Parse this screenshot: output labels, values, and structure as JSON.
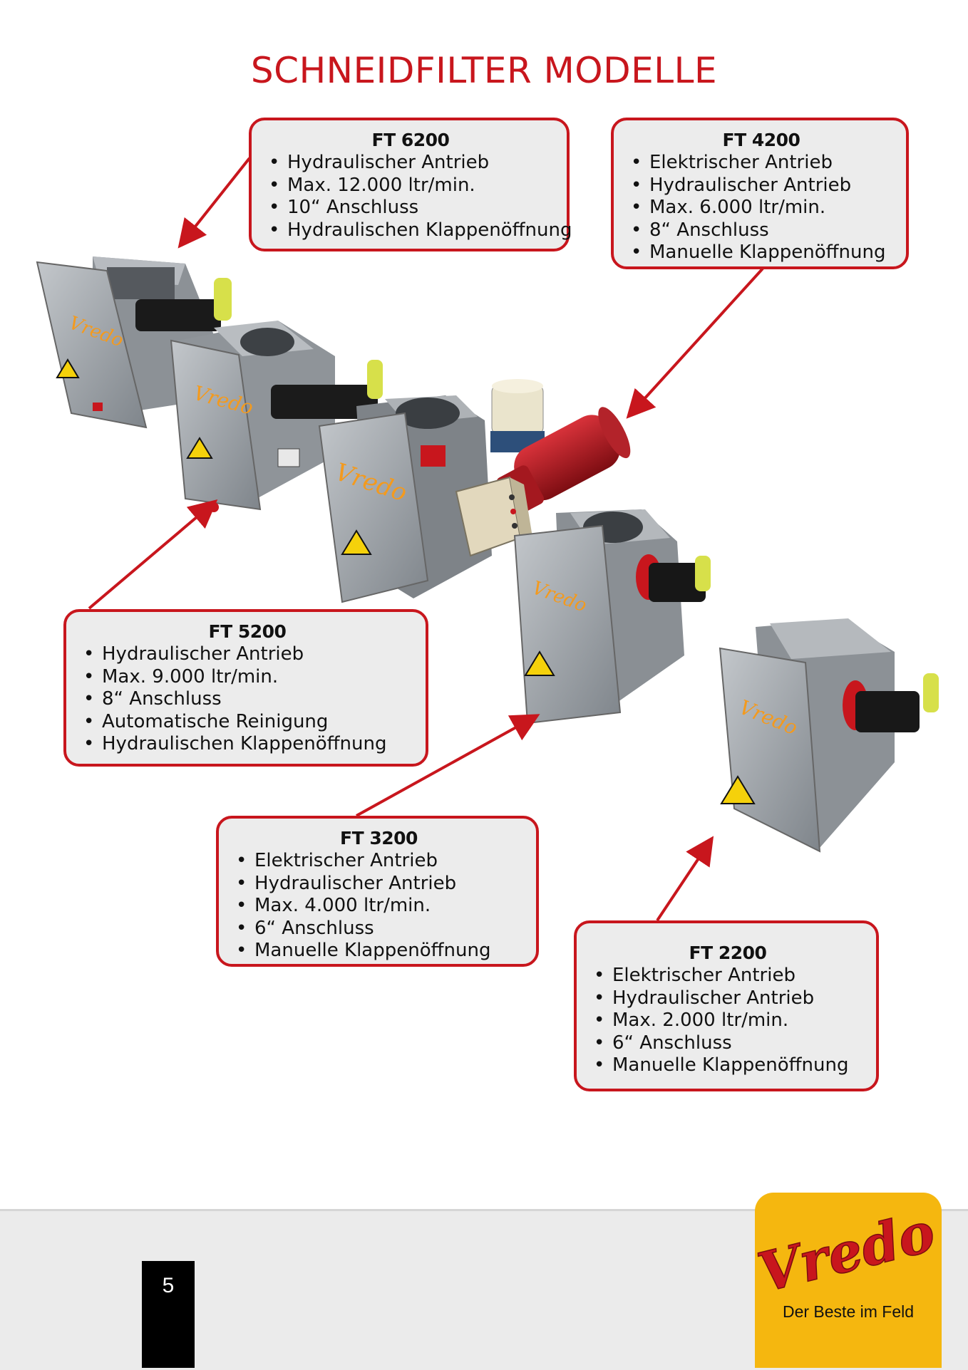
{
  "title": "SCHNEIDFILTER MODELLE",
  "models": [
    {
      "name": "FT 6200",
      "features": [
        "Hydraulischer Antrieb",
        "Max. 12.000 ltr/min.",
        "10“ Anschluss",
        "Hydraulischen Klappenöffnung"
      ]
    },
    {
      "name": "FT 4200",
      "features": [
        "Elektrischer  Antrieb",
        "Hydraulischer Antrieb",
        "Max. 6.000 ltr/min.",
        "8“ Anschluss",
        "Manuelle Klappenöffnung"
      ]
    },
    {
      "name": "FT 5200",
      "features": [
        "Hydraulischer Antrieb",
        "Max. 9.000 ltr/min.",
        "8“ Anschluss",
        "Automatische Reinigung",
        "Hydraulischen Klappenöffnung"
      ]
    },
    {
      "name": "FT 3200",
      "features": [
        "Elektrischer  Antrieb",
        "Hydraulischer Antrieb",
        "Max. 4.000 ltr/min.",
        "6“ Anschluss",
        "Manuelle Klappenöffnung"
      ]
    },
    {
      "name": "FT 2200",
      "features": [
        "Elektrischer  Antrieb",
        "Hydraulischer Antrieb",
        "Max. 2.000 ltr/min.",
        "6“ Anschluss",
        "Manuelle Klappenöffnung"
      ]
    }
  ],
  "footer": {
    "page_number": "5",
    "brand": "Vredo",
    "slogan": "Der Beste im Feld"
  },
  "colors": {
    "accent_red": "#c8161d",
    "box_fill": "#ececec",
    "logo_yellow": "#f5b70f",
    "machine_grey": "#9a9fa4"
  }
}
